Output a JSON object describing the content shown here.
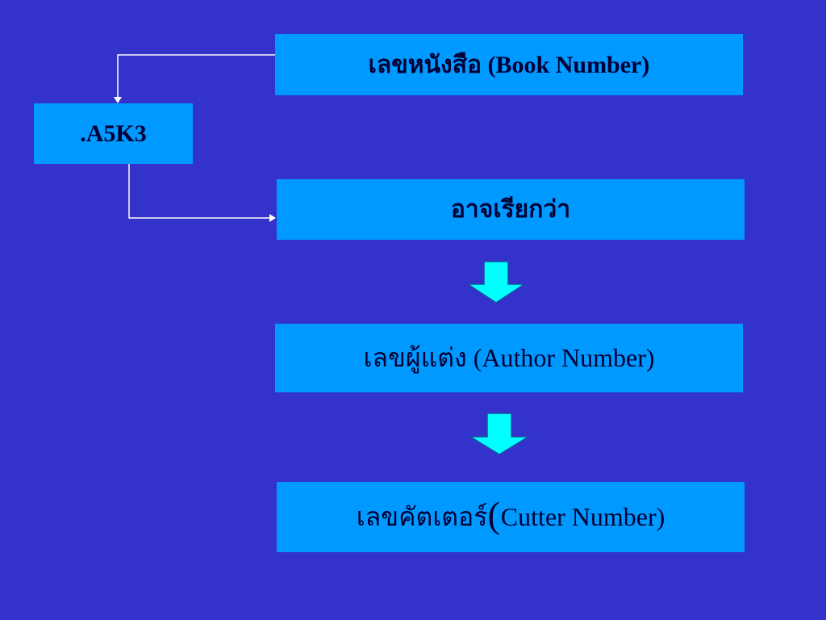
{
  "boxes": {
    "book_number": "เลขหนังสือ (Book  Number)",
    "call_code": ".A5K3",
    "also_called": "อาจเรียกว่า",
    "author_number": "เลขผู้แต่ง (Author  Number)",
    "cutter_prefix": "เลขคัตเตอร์ ",
    "cutter_paren": "(",
    "cutter_rest": "Cutter  Number)"
  },
  "colors": {
    "background": "#3333cc",
    "box_fill": "#0099ff",
    "arrow_fill": "#00ffff",
    "connector": "#ffffff"
  }
}
